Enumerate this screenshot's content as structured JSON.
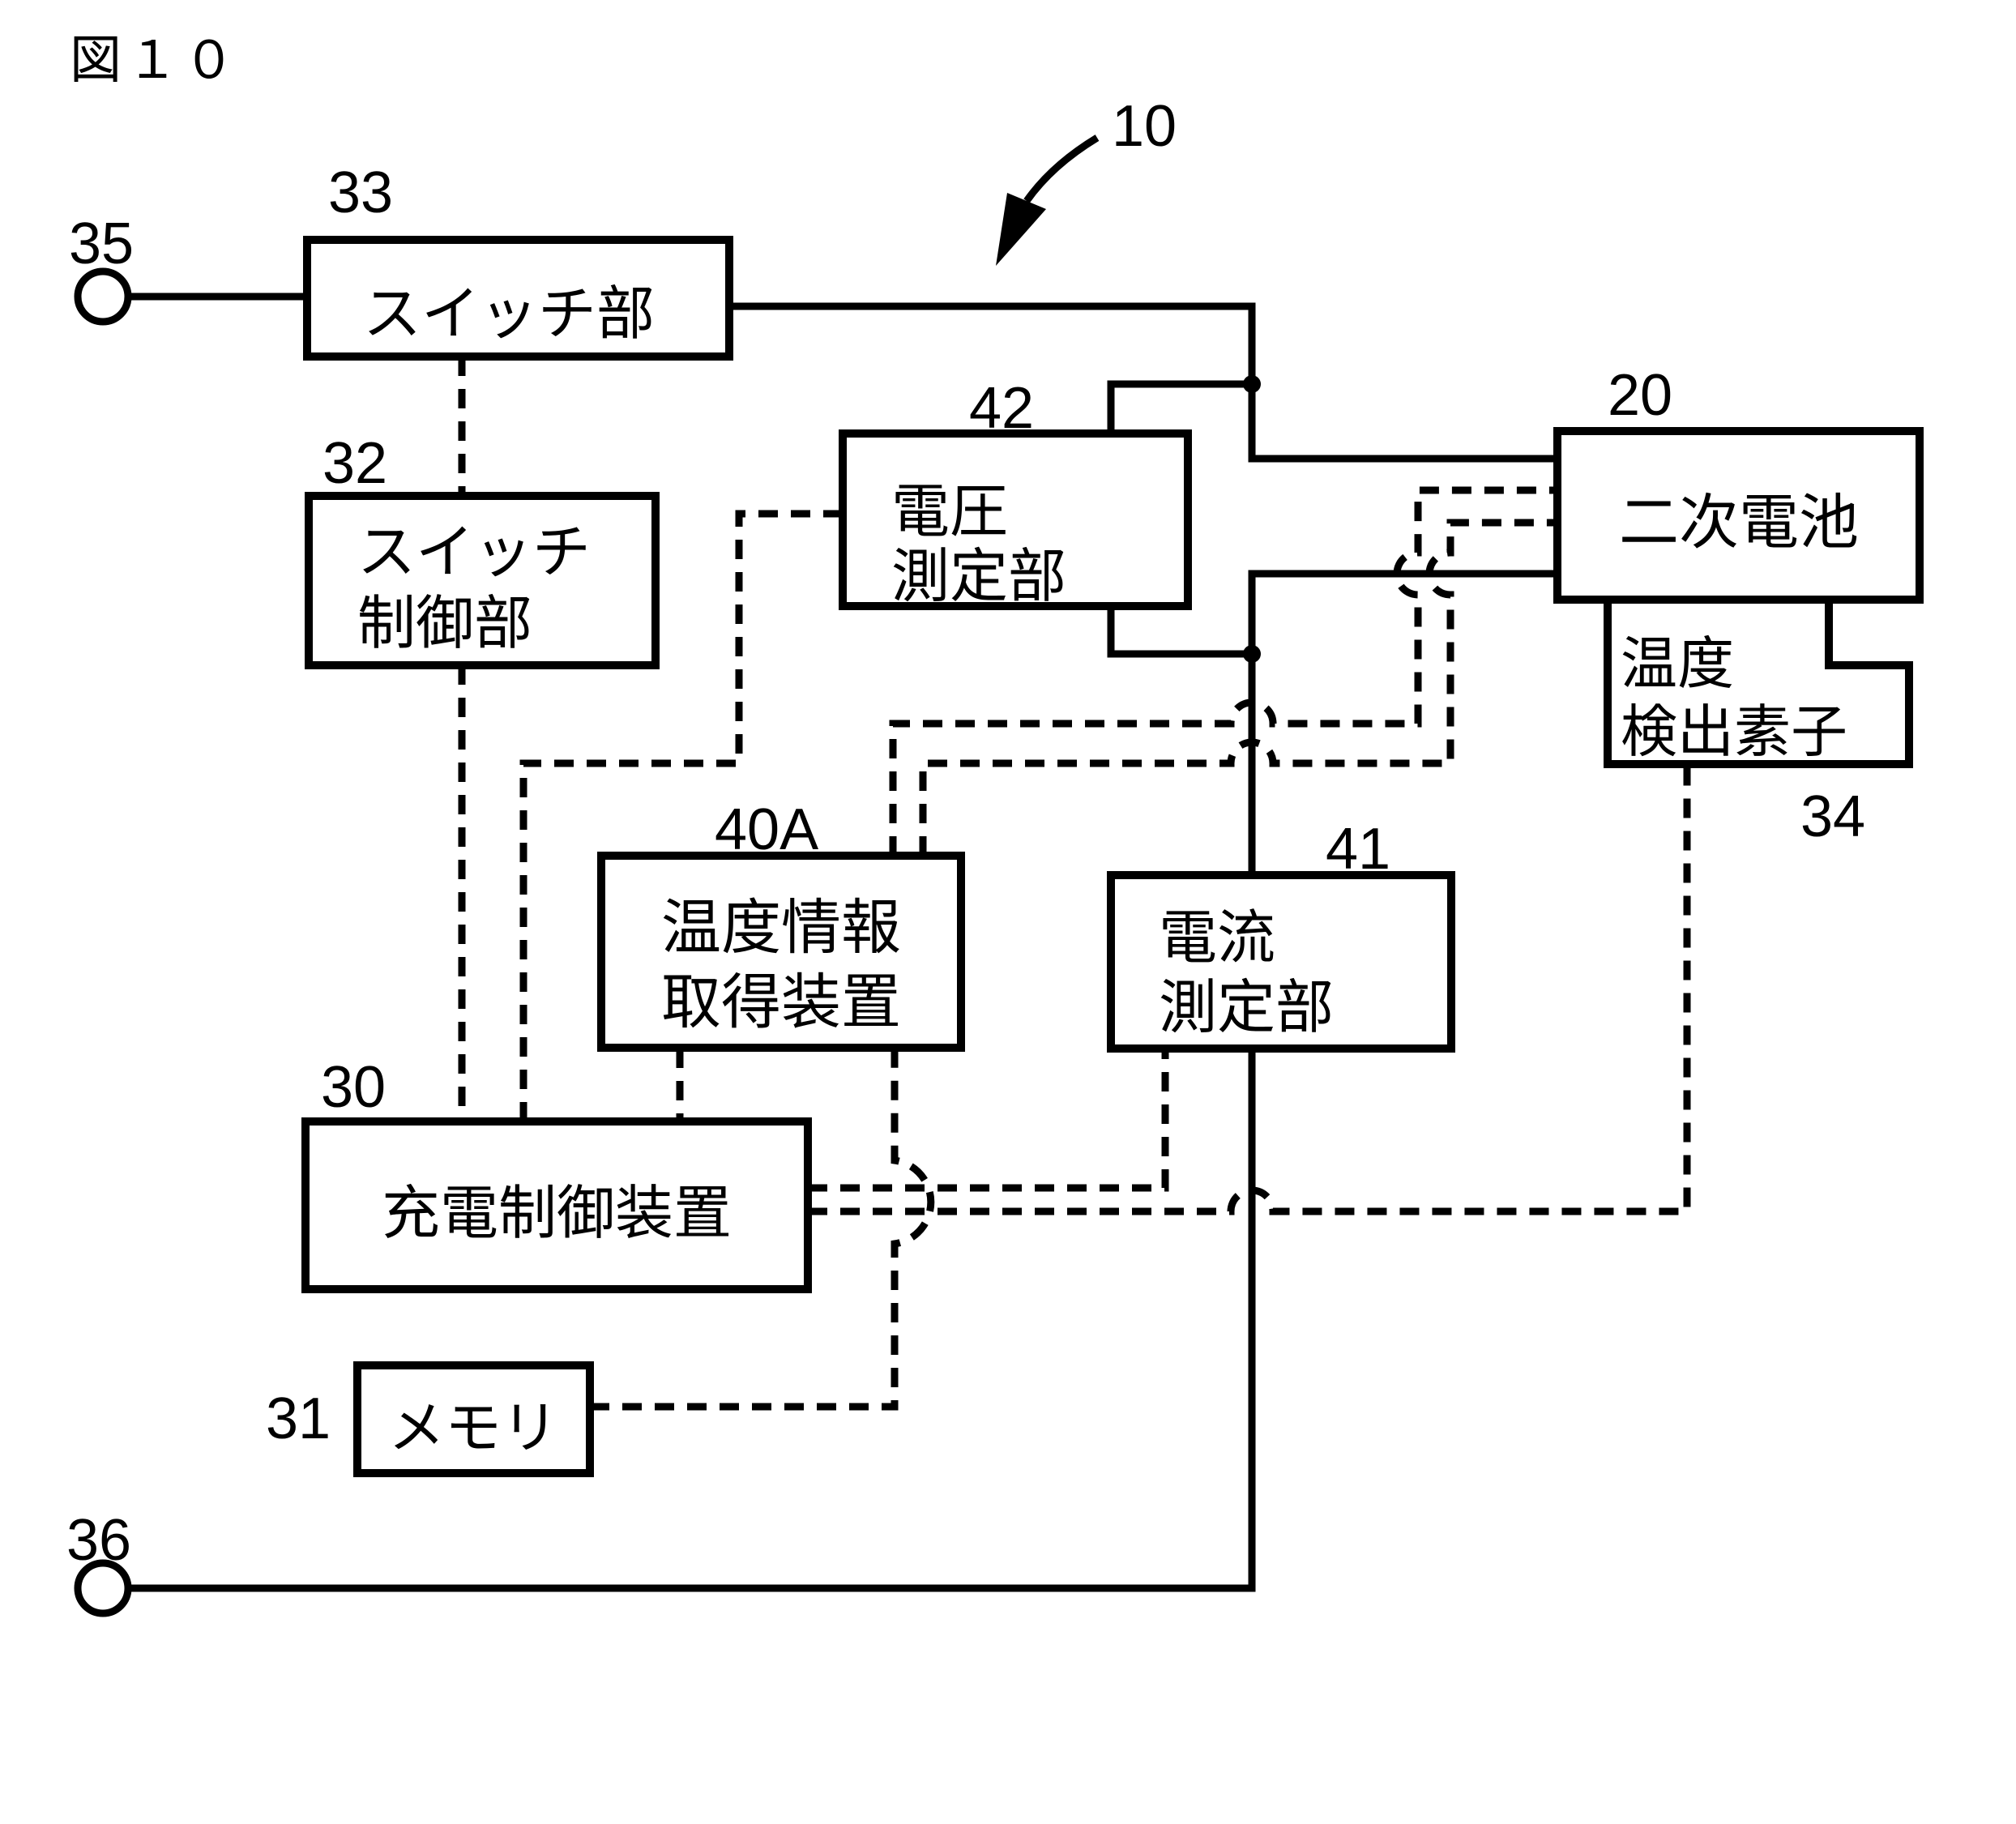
{
  "figure": {
    "label": "図１０",
    "device_ref": "10"
  },
  "blocks": {
    "switch": {
      "ref": "33",
      "label": "スイッチ部"
    },
    "switch_control": {
      "ref": "32",
      "line1": "スイッチ",
      "line2": "制御部"
    },
    "voltage_meter": {
      "ref": "42",
      "line1": "電圧",
      "line2": "測定部"
    },
    "battery": {
      "ref": "20",
      "label": "二次電池"
    },
    "temp_sensor": {
      "ref": "34",
      "line1": "温度",
      "line2": "検出素子"
    },
    "temp_info": {
      "ref": "40A",
      "line1": "温度情報",
      "line2": "取得装置"
    },
    "current_meter": {
      "ref": "41",
      "line1": "電流",
      "line2": "測定部"
    },
    "charge_control": {
      "ref": "30",
      "label": "充電制御装置"
    },
    "memory": {
      "ref": "31",
      "label": "メモリ"
    }
  },
  "terminals": {
    "t35": {
      "ref": "35"
    },
    "t36": {
      "ref": "36"
    }
  },
  "colors": {
    "line": "#000000",
    "background": "#ffffff"
  }
}
